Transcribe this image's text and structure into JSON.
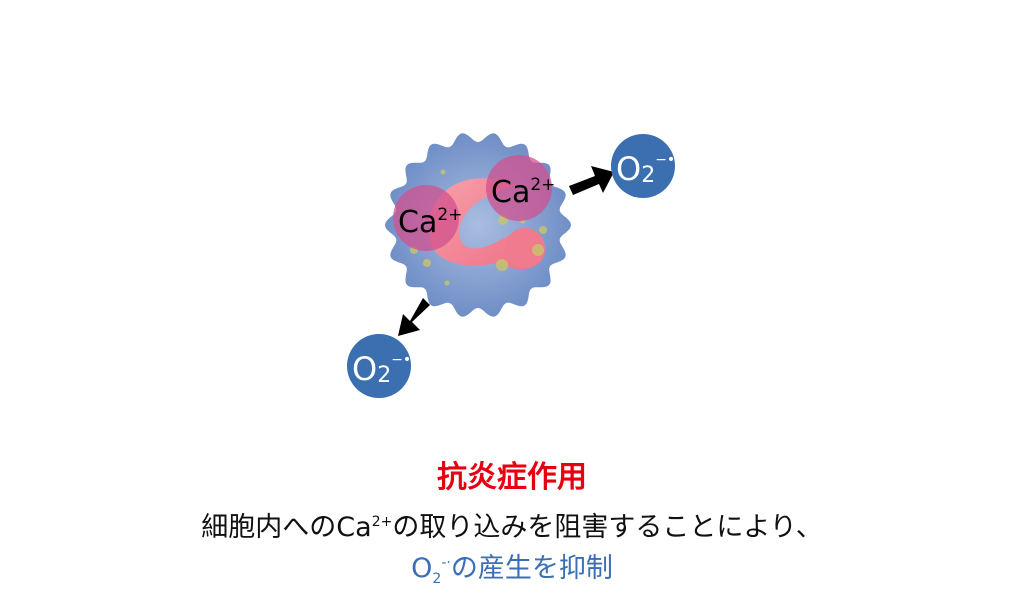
{
  "diagram": {
    "cell_ion_label": "Ca",
    "cell_ion_charge": "2+",
    "product_label": "O",
    "product_subscript": "2",
    "product_charge": "−•",
    "colors": {
      "cell": "#6f8fc6",
      "o2": "#3b6fb0",
      "ca": "#d2508f",
      "arrow": "#000000"
    }
  },
  "caption": {
    "title": "抗炎症作用",
    "line1_pre": "細胞内への",
    "line1_ion": "Ca",
    "line1_charge": "2+",
    "line1_post": "の取り込みを阻害することにより、",
    "line2_o": "O",
    "line2_sub": "2",
    "line2_charge": "-·",
    "line2_post": "の産生を抑制"
  }
}
